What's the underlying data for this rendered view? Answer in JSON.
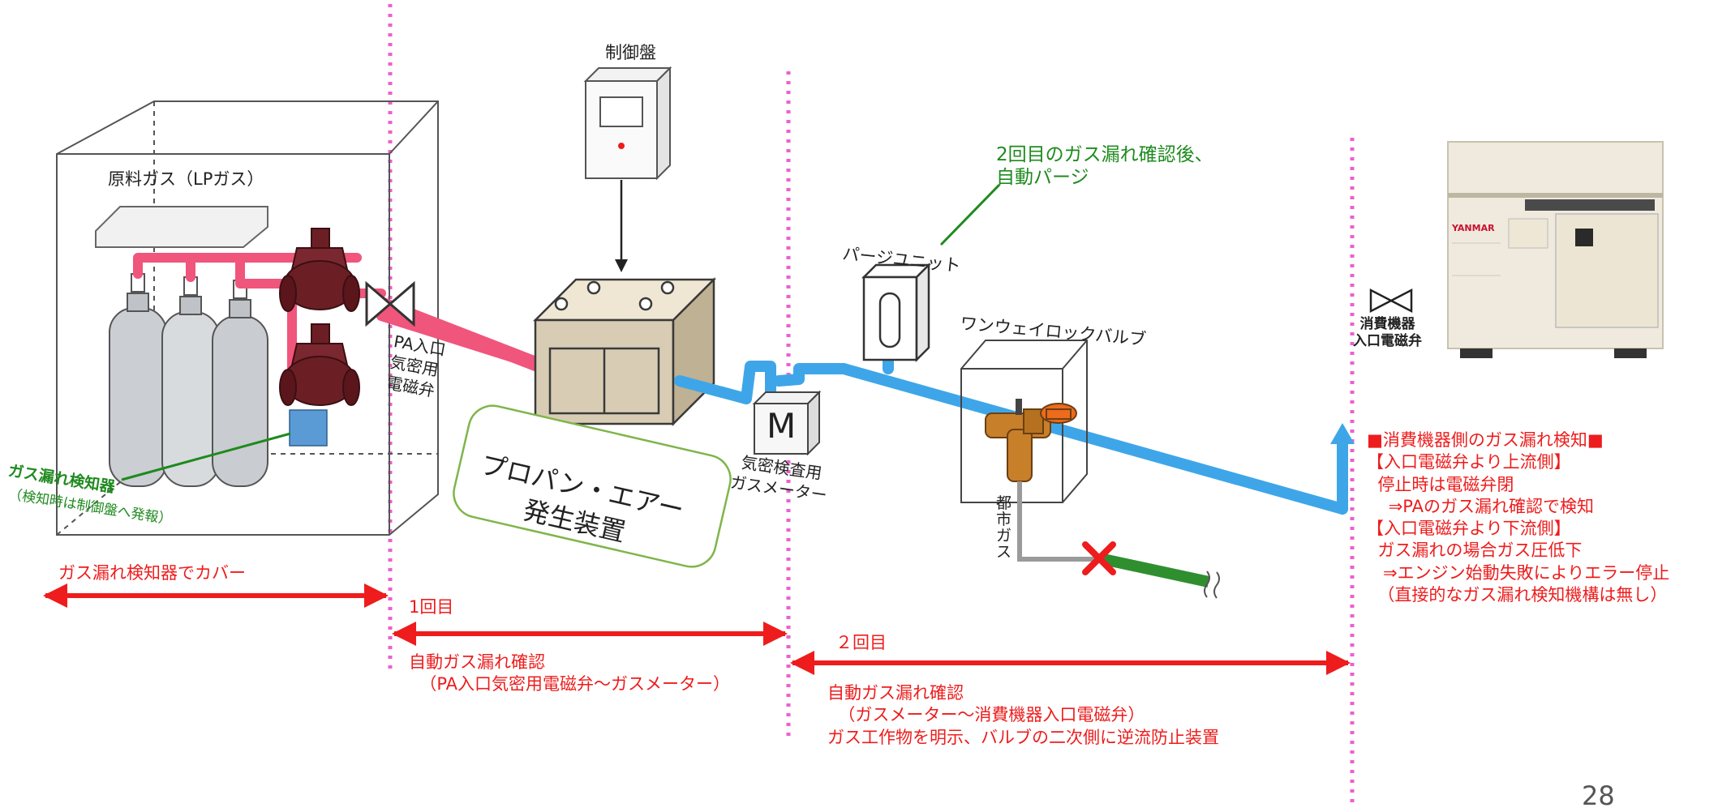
{
  "colors": {
    "pa_gas_pipe": "#f0557c",
    "city_gas_pipe": "#3ea6e8",
    "zone_divider": "#ee5fcf",
    "annotation_red": "#ee1c1c",
    "annotation_green": "#1e8a1e",
    "valve_body": "#6b1f25",
    "generator_box": "#d8cdb4"
  },
  "labels": {
    "raw_gas": "原料ガス（LPガス）",
    "control_panel": "制御盤",
    "pa_valve": "PA入口\n気密用\n電磁弁",
    "generator": "プロパン・エアー\n発生装置",
    "gas_meter_mark": "M",
    "gas_meter": "気密検査用\nガスメーター",
    "purge_unit": "パージユニット",
    "second_check_note": "2回目のガス漏れ確認後、\n自動パージ",
    "one_way_valve": "ワンウェイロックバルブ",
    "city_gas": "都\n市\nガ\nス",
    "consumer_valve": "消費機器\n入口電磁弁",
    "brand": "YANMAR",
    "gas_detector": "ガス漏れ検知器",
    "gas_detector_note": "（検知時は制御盤へ発報）",
    "detector_cover": "ガス漏れ検知器でカバー",
    "first_round": "1回目",
    "first_check": "自動ガス漏れ確認\n  （PA入口気密用電磁弁～ガスメーター）",
    "second_round": "２回目",
    "second_check": "自動ガス漏れ確認\n  （ガスメーター～消費機器入口電磁弁）\nガス工作物を明示、バルブの二次側に逆流防止装置",
    "consumer_side": "■消費機器側のガス漏れ検知■\n【入口電磁弁より上流側】\n  停止時は電磁弁閉\n    ⇒PAのガス漏れ確認で検知\n【入口電磁弁より下流側】\n  ガス漏れの場合ガス圧低下\n   ⇒エンジン始動失敗によりエラー停止\n  （直接的なガス漏れ検知機構は無し）",
    "page_number": "28"
  }
}
